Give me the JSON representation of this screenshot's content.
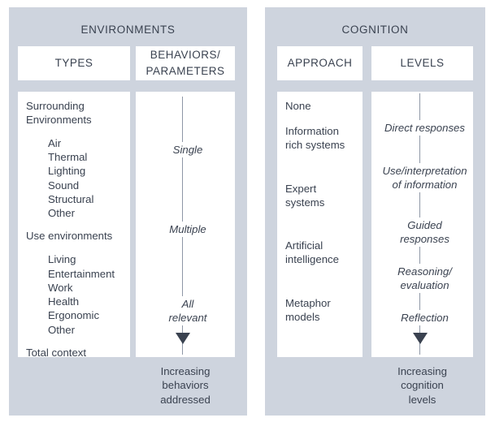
{
  "panels": [
    {
      "id": "environments",
      "title": "ENVIRONMENTS",
      "columns": [
        {
          "id": "types",
          "header": "TYPES"
        },
        {
          "id": "behaviors",
          "header": "BEHAVIORS/\nPARAMETERS"
        }
      ],
      "types_list": {
        "group1_title": "Surrounding\nEnvironments",
        "group1_items": [
          "Air",
          "Thermal",
          "Lighting",
          "Sound",
          "Structural",
          "Other"
        ],
        "group2_title": "Use environments",
        "group2_items": [
          "Living",
          "Entertainment",
          "Work",
          "Health",
          "Ergonomic",
          "Other"
        ],
        "group3_title": "Total context"
      },
      "flow_labels": [
        "Single",
        "Multiple",
        "All\nrelevant"
      ],
      "caption": "Increasing\nbehaviors\naddressed"
    },
    {
      "id": "cognition",
      "title": "COGNITION",
      "columns": [
        {
          "id": "approach",
          "header": "APPROACH"
        },
        {
          "id": "levels",
          "header": "LEVELS"
        }
      ],
      "approach_items": [
        "None",
        "Information\nrich systems",
        "Expert\nsystems",
        "Artificial\nintelligence",
        "Metaphor\nmodels"
      ],
      "flow_labels": [
        "Direct responses",
        "Use/interpretation\nof information",
        "Guided\nresponses",
        "Reasoning/\nevaluation",
        "Reflection"
      ],
      "caption": "Increasing\ncognition\nlevels"
    }
  ],
  "colors": {
    "panel_background": "#ced4de",
    "box_background": "#ffffff",
    "text": "#3a4250",
    "flow_line": "#8e97a6",
    "arrow": "#3a4250"
  }
}
